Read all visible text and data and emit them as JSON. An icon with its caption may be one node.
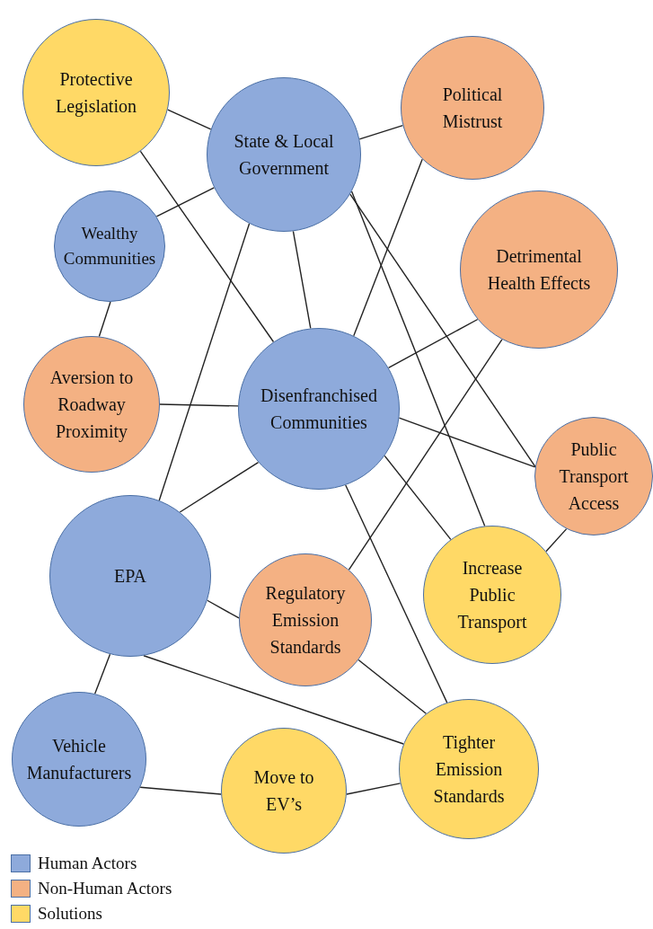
{
  "diagram": {
    "nodes": [
      {
        "text": [
          "Protective Legislation"
        ]
      },
      {
        "text": [
          "Political Mistrust"
        ]
      },
      {
        "text": [
          "State & Local Government"
        ]
      },
      {
        "text": [
          "Wealthy Communities"
        ]
      },
      {
        "text": [
          "Detrimental Health Effects"
        ]
      },
      {
        "text": [
          "Aversion to Roadway Proximity"
        ]
      },
      {
        "text": [
          "Disenfranchised Communities"
        ]
      },
      {
        "text": [
          "Public Transport Access"
        ]
      },
      {
        "text": [
          "EPA"
        ]
      },
      {
        "text": [
          "Regulatory Emission Standards"
        ]
      },
      {
        "text": [
          "Increase Public Transport"
        ]
      },
      {
        "text": [
          "Vehicle Manufacturers"
        ]
      },
      {
        "text": [
          "Tighter Emission Standards"
        ]
      },
      {
        "text": [
          "Move to EV’s"
        ]
      }
    ],
    "edges": [
      {
        "from": 0,
        "to": 2,
        "arrow": "none"
      },
      {
        "from": 0,
        "to": 6,
        "arrow": "none"
      },
      {
        "from": 2,
        "to": 1,
        "arrow": "none"
      },
      {
        "from": 2,
        "to": 3,
        "arrow": "none"
      },
      {
        "from": 2,
        "to": 6,
        "arrow": "none"
      },
      {
        "from": 2,
        "to": 8,
        "arrow": "none"
      },
      {
        "from": 2,
        "to": 7,
        "arrow": "none"
      },
      {
        "from": 2,
        "to": 10,
        "arrow": "none"
      },
      {
        "from": 1,
        "to": 6,
        "arrow": "none"
      },
      {
        "from": 3,
        "to": 5,
        "arrow": "none"
      },
      {
        "from": 4,
        "to": 6,
        "arrow": "none"
      },
      {
        "from": 4,
        "to": 9,
        "arrow": "none"
      },
      {
        "from": 5,
        "to": 6,
        "arrow": "none"
      },
      {
        "from": 6,
        "to": 7,
        "arrow": "none"
      },
      {
        "from": 6,
        "to": 10,
        "arrow": "none"
      },
      {
        "from": 6,
        "to": 12,
        "arrow": "none"
      },
      {
        "from": 6,
        "to": 8,
        "arrow": "none"
      },
      {
        "from": 7,
        "to": 10,
        "arrow": "none"
      },
      {
        "from": 8,
        "to": 9,
        "arrow": "none"
      },
      {
        "from": 8,
        "to": 11,
        "arrow": "none"
      },
      {
        "from": 8,
        "to": 12,
        "arrow": "none"
      },
      {
        "from": 9,
        "to": 12,
        "arrow": "none"
      },
      {
        "from": 11,
        "to": 13,
        "arrow": "none"
      },
      {
        "from": 13,
        "to": 12,
        "arrow": "none"
      }
    ],
    "legend": [
      {
        "text": "Human Actors",
        "color": "#8eaadb"
      },
      {
        "text": "Non-Human Actors",
        "color": "#f4b183"
      },
      {
        "text": "Solutions",
        "color": "#ffd966"
      }
    ]
  }
}
